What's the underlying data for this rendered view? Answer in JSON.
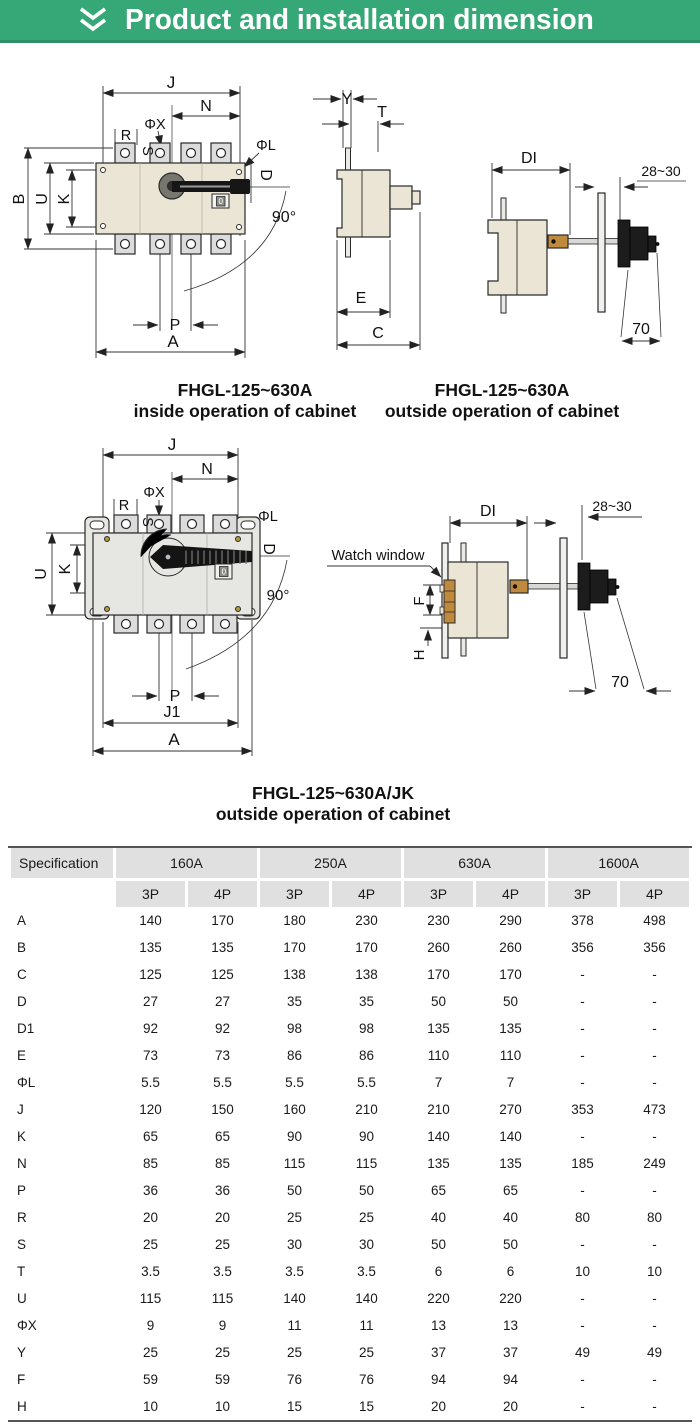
{
  "accent_color": "#36a877",
  "header": {
    "title": "Product and installation dimension",
    "icon": "double-chevron-down-icon"
  },
  "figures": {
    "inside": {
      "caption1": "FHGL-125~630A",
      "caption2": "inside operation of cabinet",
      "labels": {
        "J": "J",
        "N": "N",
        "phiX": "ΦX",
        "R": "R",
        "S": "S",
        "phiL": "ΦL",
        "D": "D",
        "B": "B",
        "U": "U",
        "K": "K",
        "angle": "90°",
        "P": "P",
        "A": "A",
        "zero": "0",
        "Y": "Y",
        "T": "T",
        "E": "E",
        "C": "C"
      }
    },
    "outside": {
      "caption1": "FHGL-125~630A",
      "caption2": "outside operation of cabinet",
      "labels": {
        "DI": "DI",
        "panel_gap": "28~30",
        "handle_depth": "70"
      }
    },
    "jk": {
      "caption1": "FHGL-125~630A/JK",
      "caption2": "outside operation of cabinet",
      "labels": {
        "J": "J",
        "N": "N",
        "phiX": "ΦX",
        "R": "R",
        "S": "S",
        "phiL": "ΦL",
        "D": "D",
        "U": "U",
        "K": "K",
        "angle": "90°",
        "P": "P",
        "J1": "J1",
        "A": "A",
        "zero": "0",
        "watch_window": "Watch window",
        "DI": "DI",
        "panel_gap": "28~30",
        "F": "F",
        "H": "H",
        "handle_depth": "70"
      }
    }
  },
  "table": {
    "spec_header": "Specification",
    "groups": [
      {
        "label": "160A"
      },
      {
        "label": "250A"
      },
      {
        "label": "630A"
      },
      {
        "label": "1600A"
      }
    ],
    "sub_headers": [
      "3P",
      "4P",
      "3P",
      "4P",
      "3P",
      "4P",
      "3P",
      "4P"
    ],
    "rows": [
      {
        "label": "A",
        "values": [
          "140",
          "170",
          "180",
          "230",
          "230",
          "290",
          "378",
          "498"
        ]
      },
      {
        "label": "B",
        "values": [
          "135",
          "135",
          "170",
          "170",
          "260",
          "260",
          "356",
          "356"
        ]
      },
      {
        "label": "C",
        "values": [
          "125",
          "125",
          "138",
          "138",
          "170",
          "170",
          "-",
          "-"
        ]
      },
      {
        "label": "D",
        "values": [
          "27",
          "27",
          "35",
          "35",
          "50",
          "50",
          "-",
          "-"
        ]
      },
      {
        "label": "D1",
        "values": [
          "92",
          "92",
          "98",
          "98",
          "135",
          "135",
          "-",
          "-"
        ]
      },
      {
        "label": "E",
        "values": [
          "73",
          "73",
          "86",
          "86",
          "110",
          "110",
          "-",
          "-"
        ]
      },
      {
        "label": "ΦL",
        "values": [
          "5.5",
          "5.5",
          "5.5",
          "5.5",
          "7",
          "7",
          "-",
          "-"
        ]
      },
      {
        "label": "J",
        "values": [
          "120",
          "150",
          "160",
          "210",
          "210",
          "270",
          "353",
          "473"
        ]
      },
      {
        "label": "K",
        "values": [
          "65",
          "65",
          "90",
          "90",
          "140",
          "140",
          "-",
          "-"
        ]
      },
      {
        "label": "N",
        "values": [
          "85",
          "85",
          "115",
          "115",
          "135",
          "135",
          "185",
          "249"
        ]
      },
      {
        "label": "P",
        "values": [
          "36",
          "36",
          "50",
          "50",
          "65",
          "65",
          "-",
          "-"
        ]
      },
      {
        "label": "R",
        "values": [
          "20",
          "20",
          "25",
          "25",
          "40",
          "40",
          "80",
          "80"
        ]
      },
      {
        "label": "S",
        "values": [
          "25",
          "25",
          "30",
          "30",
          "50",
          "50",
          "-",
          "-"
        ]
      },
      {
        "label": "T",
        "values": [
          "3.5",
          "3.5",
          "3.5",
          "3.5",
          "6",
          "6",
          "10",
          "10"
        ]
      },
      {
        "label": "U",
        "values": [
          "115",
          "115",
          "140",
          "140",
          "220",
          "220",
          "-",
          "-"
        ]
      },
      {
        "label": "ΦX",
        "values": [
          "9",
          "9",
          "11",
          "11",
          "13",
          "13",
          "-",
          "-"
        ]
      },
      {
        "label": "Y",
        "values": [
          "25",
          "25",
          "25",
          "25",
          "37",
          "37",
          "49",
          "49"
        ]
      },
      {
        "label": "F",
        "values": [
          "59",
          "59",
          "76",
          "76",
          "94",
          "94",
          "-",
          "-"
        ]
      },
      {
        "label": "H",
        "values": [
          "10",
          "10",
          "15",
          "15",
          "20",
          "20",
          "-",
          "-"
        ]
      }
    ]
  }
}
